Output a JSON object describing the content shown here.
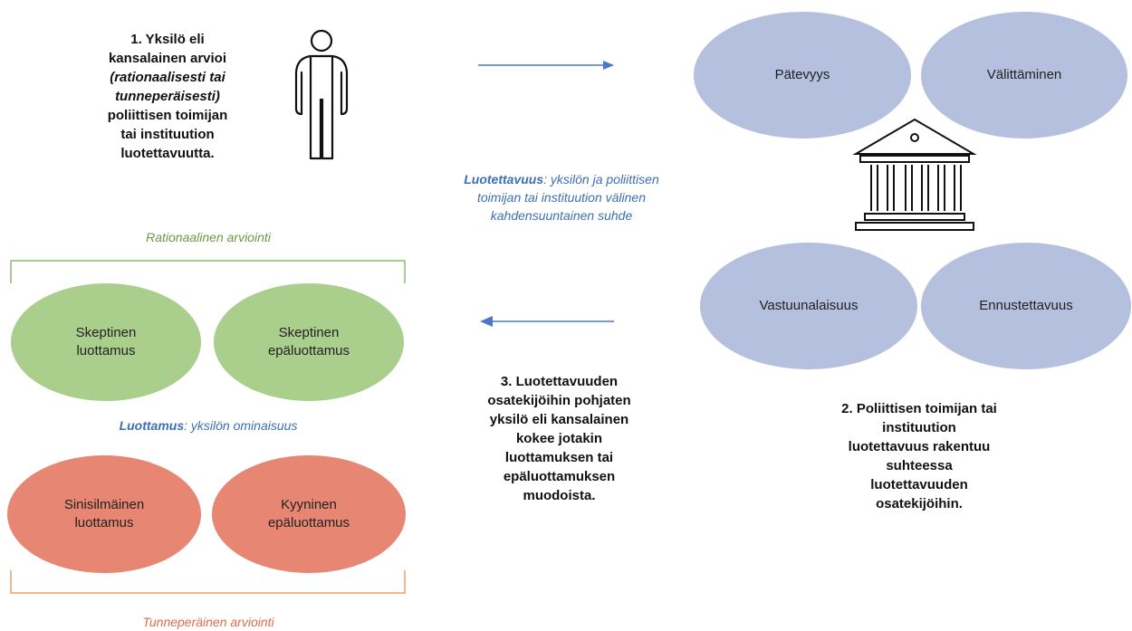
{
  "step1": {
    "line1": "1. Yksilö eli",
    "line2": "kansalainen arvioi",
    "line3": "(rationaalisesti tai",
    "line4": "tunneperäisesti)",
    "line5": "poliittisen toimijan",
    "line6": "tai instituution",
    "line7": "luotettavuutta."
  },
  "trustworthiness_ovals": {
    "top_left": "Pätevyys",
    "top_right": "Välittäminen",
    "bottom_left": "Vastuunalaisuus",
    "bottom_right": "Ennustettavuus"
  },
  "trustworthiness_def": {
    "term": "Luotettavuus",
    "line1_rest": ": yksilön ja poliittisen",
    "line2": "toimijan tai instituution välinen",
    "line3": "kahdensuuntainen suhde"
  },
  "rational_label": "Rationaalinen arviointi",
  "emotional_label": "Tunneperäinen arviointi",
  "trust_ovals": {
    "green_left": [
      "Skeptinen",
      "luottamus"
    ],
    "green_right": [
      "Skeptinen",
      "epäluottamus"
    ],
    "red_left": [
      "Sinisilmäinen",
      "luottamus"
    ],
    "red_right": [
      "Kyyninen",
      "epäluottamus"
    ]
  },
  "trust_def": {
    "term": "Luottamus",
    "rest": ": yksilön ominaisuus"
  },
  "step3": [
    "3. Luotettavuuden",
    "osatekijöihin pohjaten",
    "yksilö eli kansalainen",
    "kokee jotakin",
    "luottamuksen tai",
    "epäluottamuksen",
    "muodoista."
  ],
  "step2": [
    "2. Poliittisen toimijan tai",
    "instituution",
    "luotettavuus rakentuu",
    "suhteessa",
    "luotettavuuden",
    "osatekijöihin."
  ],
  "colors": {
    "blue_oval": "#b4c0de",
    "green_oval": "#aacf8d",
    "red_oval": "#e78673",
    "green_text": "#6b9a45",
    "red_text": "#e06a4e",
    "blue_text": "#3d6fb5",
    "arrow": "#4a78c4"
  },
  "icons": [
    "person-icon",
    "institution-building-icon"
  ]
}
